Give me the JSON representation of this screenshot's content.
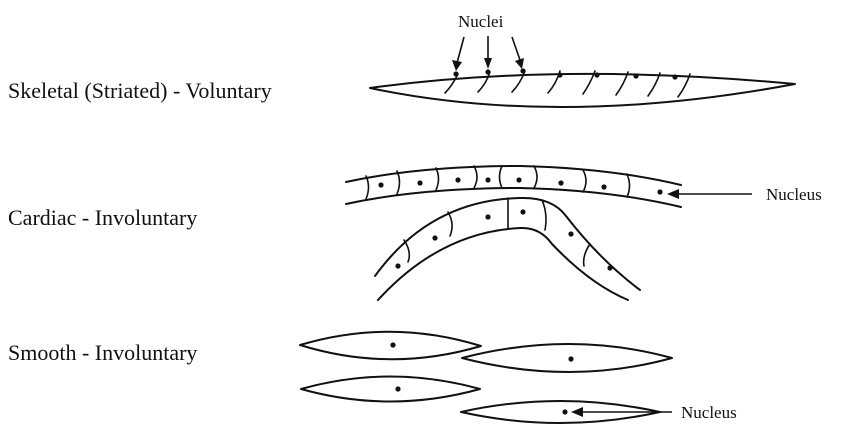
{
  "labels": {
    "skeletal": "Skeletal (Striated) - Voluntary",
    "cardiac": "Cardiac - Involuntary",
    "smooth": "Smooth - Involuntary"
  },
  "callouts": {
    "nuclei": "Nuclei",
    "nucleus_cardiac": "Nucleus",
    "nucleus_smooth": "Nucleus"
  }
}
